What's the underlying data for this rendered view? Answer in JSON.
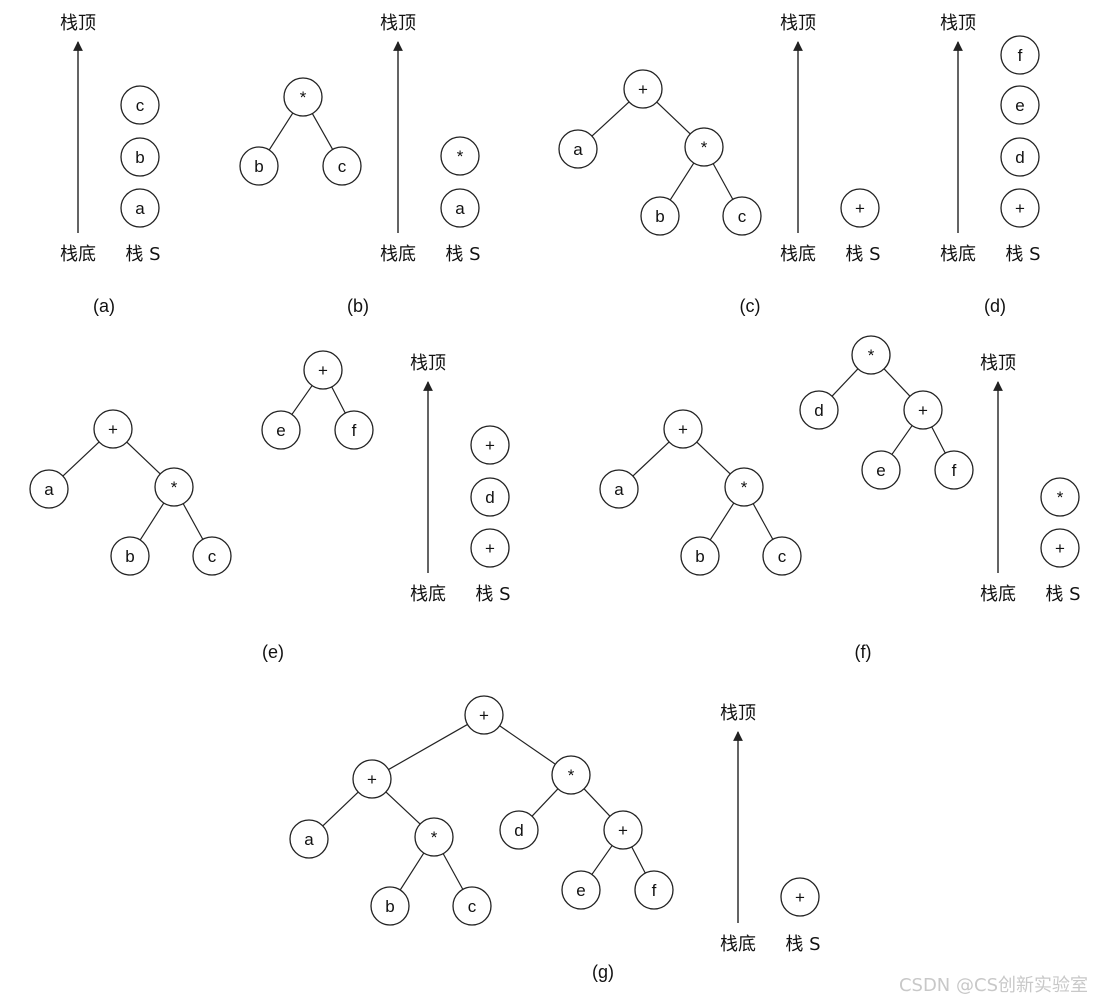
{
  "labels": {
    "top": "栈顶",
    "bottom": "栈底",
    "stack": "栈 S"
  },
  "watermark": "CSDN @CS创新实验室",
  "panels": [
    {
      "id": "a",
      "caption": "(a)",
      "trees": [],
      "stack": [
        "c",
        "b",
        "a"
      ]
    },
    {
      "id": "b",
      "caption": "(b)",
      "trees": [
        {
          "nodes": [
            "*",
            "b",
            "c"
          ],
          "edges": [
            [
              0,
              1
            ],
            [
              0,
              2
            ]
          ]
        }
      ],
      "stack": [
        "*",
        "a"
      ]
    },
    {
      "id": "c",
      "caption": "(c)",
      "trees": [
        {
          "nodes": [
            "+",
            "a",
            "*",
            "b",
            "c"
          ],
          "edges": [
            [
              0,
              1
            ],
            [
              0,
              2
            ],
            [
              2,
              3
            ],
            [
              2,
              4
            ]
          ]
        }
      ],
      "stack": [
        "+"
      ]
    },
    {
      "id": "d",
      "caption": "(d)",
      "trees": [],
      "stack": [
        "f",
        "e",
        "d",
        "+"
      ]
    },
    {
      "id": "e",
      "caption": "(e)",
      "trees": [
        {
          "nodes": [
            "+",
            "a",
            "*",
            "b",
            "c"
          ],
          "edges": [
            [
              0,
              1
            ],
            [
              0,
              2
            ],
            [
              2,
              3
            ],
            [
              2,
              4
            ]
          ]
        },
        {
          "nodes": [
            "+",
            "e",
            "f"
          ],
          "edges": [
            [
              0,
              1
            ],
            [
              0,
              2
            ]
          ]
        }
      ],
      "stack": [
        "+",
        "d",
        "+"
      ]
    },
    {
      "id": "f",
      "caption": "(f)",
      "trees": [
        {
          "nodes": [
            "+",
            "a",
            "*",
            "b",
            "c"
          ],
          "edges": [
            [
              0,
              1
            ],
            [
              0,
              2
            ],
            [
              2,
              3
            ],
            [
              2,
              4
            ]
          ]
        },
        {
          "nodes": [
            "*",
            "d",
            "+",
            "e",
            "f"
          ],
          "edges": [
            [
              0,
              1
            ],
            [
              0,
              2
            ],
            [
              2,
              3
            ],
            [
              2,
              4
            ]
          ]
        }
      ],
      "stack": [
        "*",
        "+"
      ]
    },
    {
      "id": "g",
      "caption": "(g)",
      "trees": [
        {
          "nodes": [
            "+",
            "+",
            "a",
            "*",
            "b",
            "c",
            "*",
            "d",
            "+",
            "e",
            "f"
          ],
          "edges": [
            [
              0,
              1
            ],
            [
              0,
              6
            ],
            [
              1,
              2
            ],
            [
              1,
              3
            ],
            [
              3,
              4
            ],
            [
              3,
              5
            ],
            [
              6,
              7
            ],
            [
              6,
              8
            ],
            [
              8,
              9
            ],
            [
              8,
              10
            ]
          ]
        }
      ],
      "stack": [
        "+"
      ]
    }
  ]
}
